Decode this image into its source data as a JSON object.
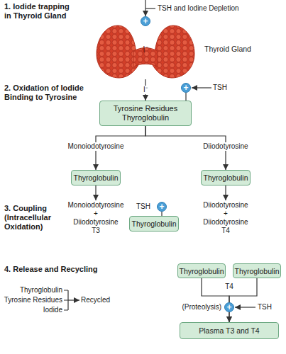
{
  "diagram": {
    "nodes": [
      {
        "text": [
          "I⁻",
          "Thyroid Gland"
        ]
      },
      {
        "text": [
          "Tyrosine Residues Thyroglobulin"
        ]
      },
      {
        "text": [
          "Thyroglobulin"
        ]
      },
      {
        "text": [
          "Thyroglobulin"
        ]
      },
      {
        "text": [
          "Thyroglobulin"
        ]
      },
      {
        "text": [
          "Thyroglobulin"
        ]
      },
      {
        "text": [
          "Thyroglobulin"
        ]
      },
      {
        "text": [
          "Plasma T3 and T4"
        ]
      }
    ],
    "edges": [
      {
        "from": 0,
        "to": 1,
        "label": "I⁻",
        "arrow": "to"
      },
      {
        "from": 1,
        "to": 2,
        "label": "Monoiodotyrosine",
        "arrow": "to"
      },
      {
        "from": 1,
        "to": 3,
        "label": "Diiodotyrosine",
        "arrow": "to"
      },
      {
        "from": 5,
        "to": 7,
        "label": "T3",
        "arrow": "to"
      },
      {
        "from": 6,
        "to": 7,
        "label": "T4",
        "arrow": "to"
      }
    ],
    "labels": [
      "1. Iodide trapping in Thyroid Gland",
      "TSH and Iodine Depletion",
      "+",
      "2. Oxidation of Iodide Binding to Tyrosine",
      "+",
      "TSH",
      "3. Coupling (Intracellular Oxidation)",
      "Monoiodotyrosine",
      "+",
      "Diiodotyrosine",
      "T3",
      "TSH",
      "+",
      "Diiodotyrosine",
      "+",
      "Diiodotyrosine",
      "T4",
      "4. Release and Recycling",
      "(Proteolysis)",
      "+",
      "TSH",
      "Thyroglobulin",
      "Tyrosine Residues",
      "Iodide",
      "Recycled"
    ]
  }
}
